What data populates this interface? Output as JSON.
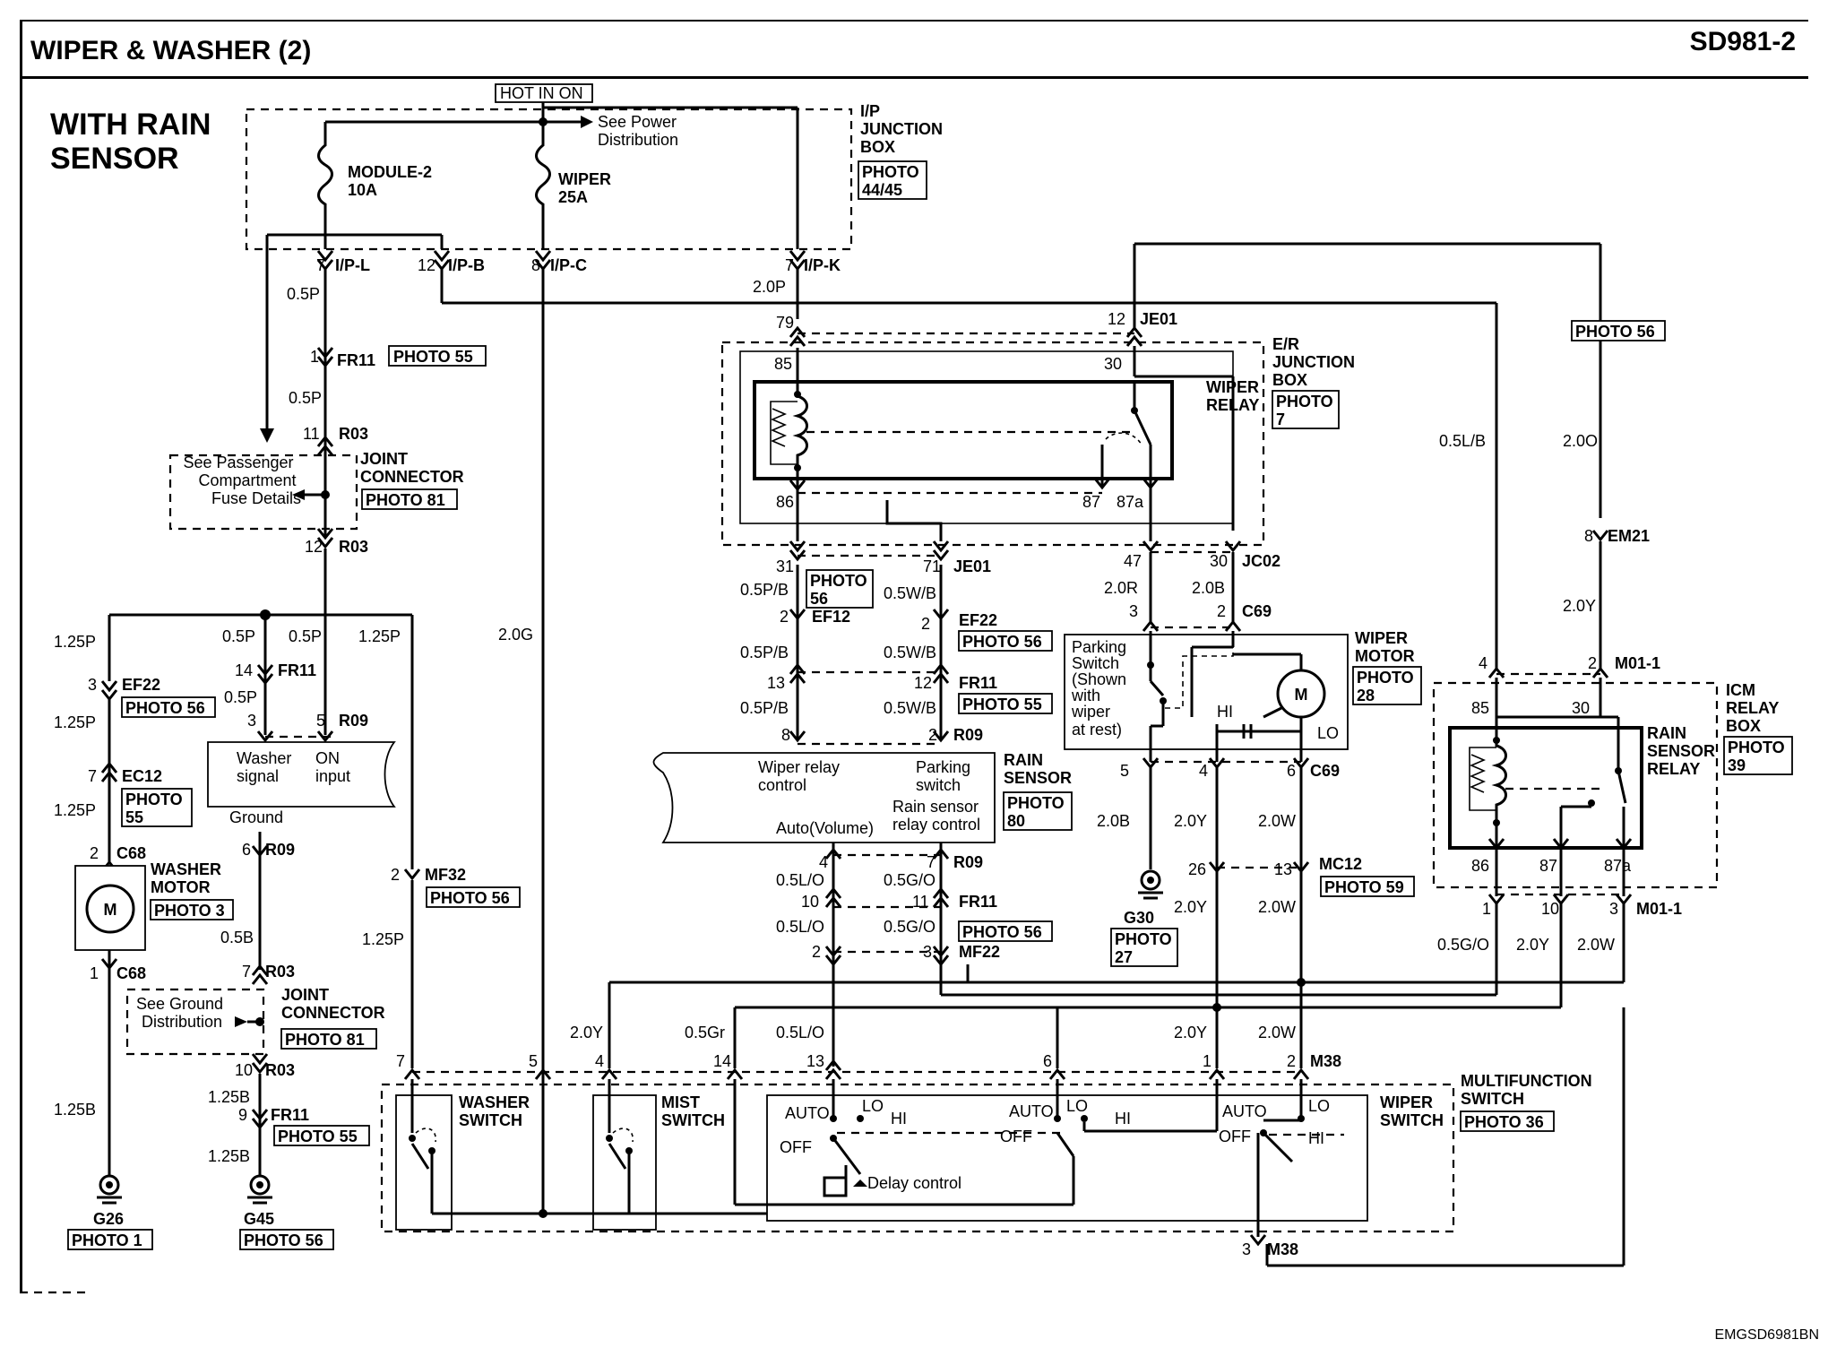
{
  "header": {
    "title": "WIPER & WASHER (2)",
    "code": "SD981-2"
  },
  "subtitle": [
    "WITH RAIN",
    "SENSOR"
  ],
  "footer_code": "EMGSD6981BN",
  "power": {
    "hot_label": "HOT IN ON",
    "see_power": [
      "See Power",
      "Distribution"
    ]
  },
  "fuses": [
    {
      "name": "MODULE-2",
      "rating": "10A"
    },
    {
      "name": "WIPER",
      "rating": "25A"
    }
  ],
  "ip_junction_box": {
    "label": [
      "I/P",
      "JUNCTION",
      "BOX"
    ],
    "photo": [
      "PHOTO",
      "44/45"
    ]
  },
  "er_junction_box": {
    "label": [
      "E/R",
      "JUNCTION",
      "BOX"
    ],
    "photo": [
      "PHOTO",
      "7"
    ]
  },
  "wiper_relay": {
    "label": [
      "WIPER",
      "RELAY"
    ],
    "pins": [
      "85",
      "30",
      "86",
      "87",
      "87a"
    ]
  },
  "passenger_fuse": [
    "See Passenger",
    "Compartment",
    "Fuse Details"
  ],
  "joint_connector_1": {
    "label": [
      "JOINT",
      "CONNECTOR"
    ],
    "photo": "PHOTO 81"
  },
  "joint_connector_2": {
    "label": [
      "JOINT",
      "CONNECTOR"
    ],
    "photo": "PHOTO 81"
  },
  "ground_dist": [
    "See Ground",
    "Distribution"
  ],
  "connectors": {
    "ipl": "I/P-L",
    "ipb": "I/P-B",
    "ipc": "I/P-C",
    "ipk": "I/P-K",
    "fr11": "FR11",
    "r03": "R03",
    "je01": "JE01",
    "jc02": "JC02",
    "c69": "C69",
    "ef12": "EF12",
    "ef22": "EF22",
    "r09": "R09",
    "em21": "EM21",
    "m01_1": "M01-1",
    "ec12": "EC12",
    "c68": "C68",
    "mf32": "MF32",
    "mf22": "MF22",
    "mc12": "MC12",
    "m38": "M38"
  },
  "photos": {
    "p55": "PHOTO 55",
    "p56": "PHOTO 56",
    "p59": "PHOTO 59",
    "p36": "PHOTO 36",
    "p3": "PHOTO 3",
    "p1": "PHOTO 1",
    "p56_stack": [
      "PHOTO",
      "56"
    ],
    "p55_stack": [
      "PHOTO",
      "55"
    ],
    "p80": [
      "PHOTO",
      "80"
    ],
    "p28": [
      "PHOTO",
      "28"
    ],
    "p27": [
      "PHOTO",
      "27"
    ],
    "p39": [
      "PHOTO",
      "39"
    ]
  },
  "wires": {
    "w05p": "0.5P",
    "w20p": "2.0P",
    "w125p": "1.25P",
    "w20g": "2.0G",
    "w05lb": "0.5L/B",
    "w20o": "2.0O",
    "w05pb": "0.5P/B",
    "w05wb": "0.5W/B",
    "w20r": "2.0R",
    "w20b": "2.0B",
    "w20y": "2.0Y",
    "w20w": "2.0W",
    "w05lo": "0.5L/O",
    "w05go": "0.5G/O",
    "w05b": "0.5B",
    "w125b": "1.25B",
    "w05gr": "0.5Gr"
  },
  "rain_sensor": {
    "label": [
      "RAIN",
      "SENSOR"
    ],
    "wiper_relay_control": [
      "Wiper relay",
      "control"
    ],
    "parking_switch": [
      "Parking",
      "switch"
    ],
    "auto_volume": "Auto(Volume)",
    "rain_sensor_relay_control": [
      "Rain sensor",
      "relay control"
    ]
  },
  "module_r09": {
    "washer_signal": [
      "Washer",
      "signal"
    ],
    "on_input": [
      "ON",
      "input"
    ],
    "ground": "Ground"
  },
  "wiper_motor": {
    "label": [
      "WIPER",
      "MOTOR"
    ],
    "parking_switch_note": [
      "Parking",
      "Switch",
      "(Shown",
      "with",
      "wiper",
      "at rest)"
    ],
    "hi": "HI",
    "lo": "LO",
    "m": "M"
  },
  "washer_motor": {
    "label": [
      "WASHER",
      "MOTOR"
    ],
    "m": "M"
  },
  "icm_relay_box": {
    "label": [
      "ICM",
      "RELAY",
      "BOX"
    ]
  },
  "rain_sensor_relay": {
    "label": [
      "RAIN",
      "SENSOR",
      "RELAY"
    ]
  },
  "grounds": {
    "g26": "G26",
    "g45": "G45",
    "g30": "G30"
  },
  "multifunction": {
    "label": [
      "MULTIFUNCTION",
      "SWITCH"
    ],
    "washer_switch": [
      "WASHER",
      "SWITCH"
    ],
    "mist_switch": [
      "MIST",
      "SWITCH"
    ],
    "wiper_switch": [
      "WIPER",
      "SWITCH"
    ],
    "auto": "AUTO",
    "lo": "LO",
    "hi": "HI",
    "off": "OFF",
    "delay_control": "Delay control"
  }
}
